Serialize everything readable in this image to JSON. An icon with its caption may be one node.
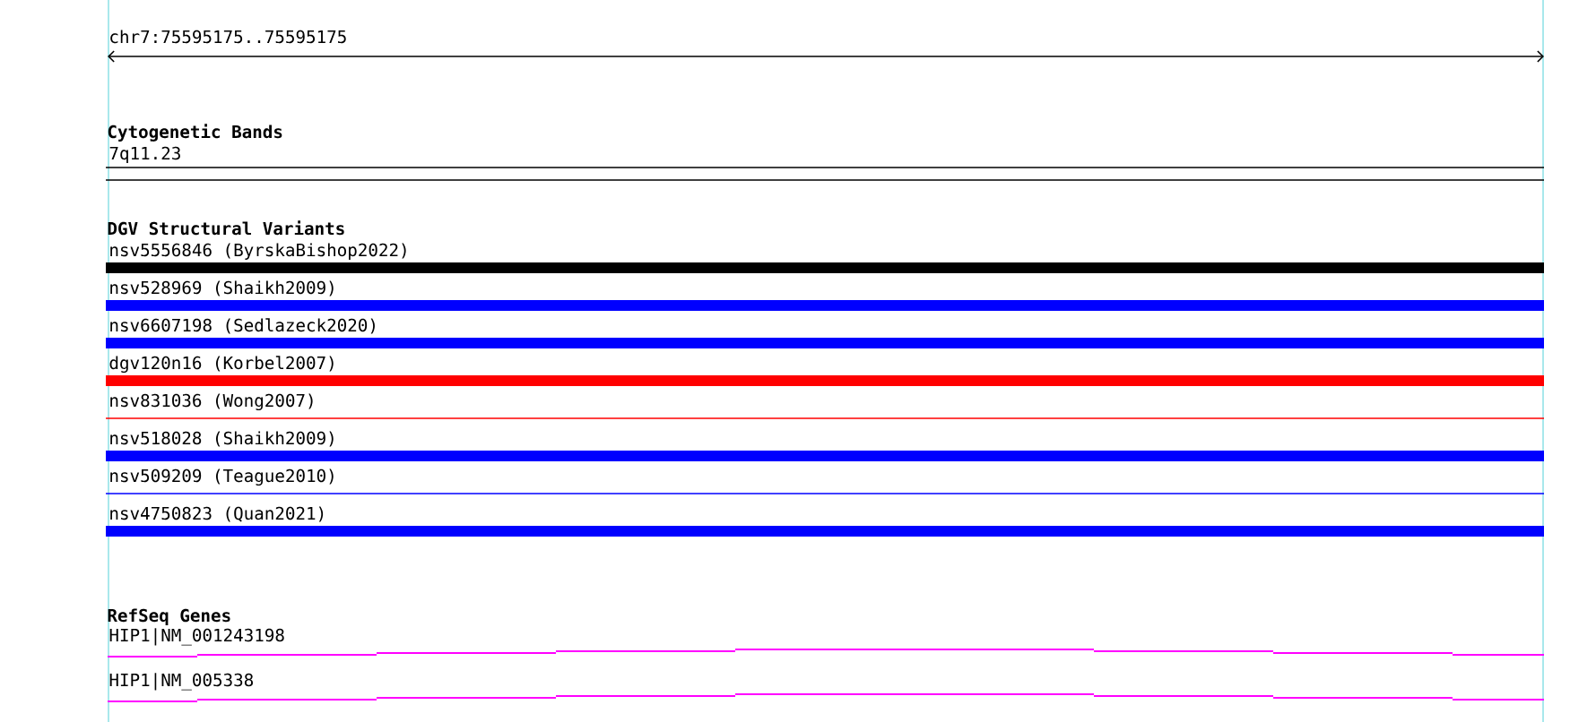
{
  "diagram": {
    "labels": [
      "chr7:75595175..75595175",
      "Cytogenetic Bands",
      "7q11.23",
      "DGV Structural Variants",
      "nsv5556846 (ByrskaBishop2022)",
      "nsv528969 (Shaikh2009)",
      "nsv6607198 (Sedlazeck2020)",
      "dgv120n16 (Korbel2007)",
      "nsv831036 (Wong2007)",
      "nsv518028 (Shaikh2009)",
      "nsv509209 (Teague2010)",
      "nsv4750823 (Quan2021)",
      "RefSeq Genes",
      "HIP1|NM_001243198",
      "HIP1|NM_005338"
    ]
  }
}
